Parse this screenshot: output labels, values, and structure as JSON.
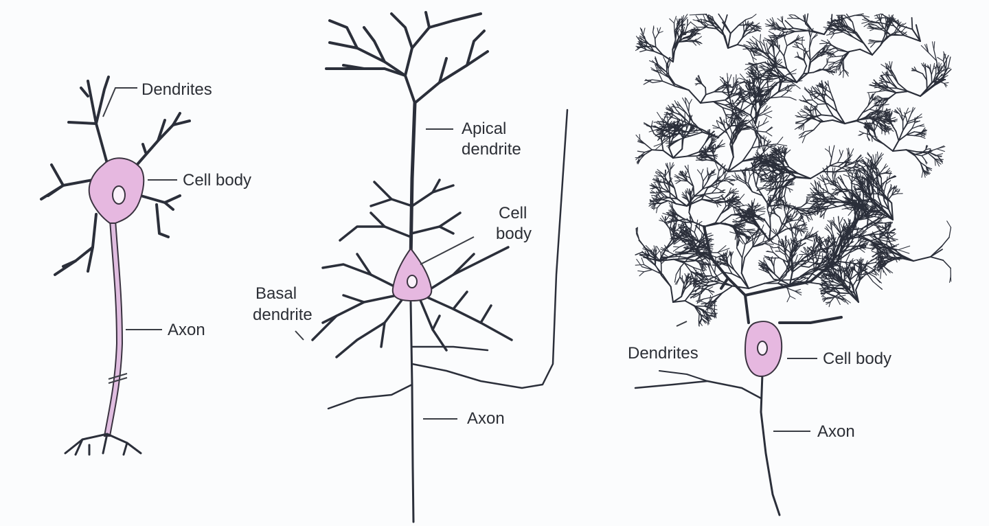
{
  "neurons": [
    {
      "labels": {
        "dendrites": "Dendrites",
        "cell_body": "Cell body",
        "axon": "Axon"
      }
    },
    {
      "labels": {
        "apical_line1": "Apical",
        "apical_line2": "dendrite",
        "cell_body_line1": "Cell",
        "cell_body_line2": "body",
        "basal_line1": "Basal",
        "basal_line2": "dendrite",
        "axon": "Axon"
      }
    },
    {
      "labels": {
        "dendrites": "Dendrites",
        "cell_body": "Cell body",
        "axon": "Axon"
      }
    }
  ],
  "colors": {
    "soma": "#e6b8e0",
    "line": "#2b2f3a",
    "background": "#fbfcfd"
  }
}
